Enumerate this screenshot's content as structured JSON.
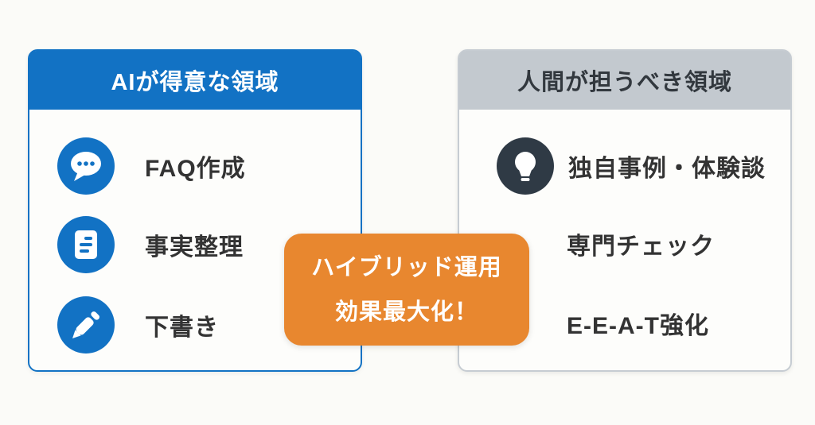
{
  "colors": {
    "background": "#FBFBF8",
    "ai_blue": "#1272C4",
    "human_gray_header": "#C3C9CF",
    "human_dark_icon": "#2F3A45",
    "badge_orange": "#E8872F",
    "text_dark": "#333333",
    "text_white": "#FFFFFF"
  },
  "left_card": {
    "title": "AIが得意な領域",
    "items": [
      {
        "icon": "chat-icon",
        "label": "FAQ作成"
      },
      {
        "icon": "document-icon",
        "label": "事実整理"
      },
      {
        "icon": "pencil-icon",
        "label": "下書き"
      }
    ]
  },
  "right_card": {
    "title": "人間が担うべき領域",
    "items": [
      {
        "icon": "lightbulb-icon",
        "label": "独自事例・体験談"
      },
      {
        "icon": null,
        "label": "専門チェック"
      },
      {
        "icon": null,
        "label": "E-E-A-T強化"
      }
    ]
  },
  "center_badge": {
    "line1": "ハイブリッド運用",
    "line2": "効果最大化！"
  }
}
